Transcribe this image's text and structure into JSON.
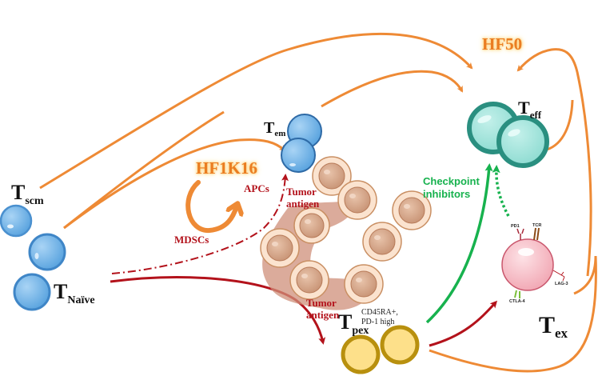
{
  "title": "T cell differentiation and HF vaccine/checkpoint inhibitor effects diagram",
  "colors": {
    "orange_arrow": "#ee8a35",
    "red_arrow": "#b3121b",
    "green_arrow": "#17b24e",
    "blue_cell": "#6bb0e6",
    "teal_cell": "#2a8f80",
    "yellow_cell": "#b8900e",
    "pink_cell": "#f3a9b6",
    "tumor_cell": "#d9a98a"
  },
  "cells": {
    "tscm": {
      "main": "T",
      "sub": "scm"
    },
    "tnaive": {
      "main": "T",
      "sub": "Naïve"
    },
    "tem": {
      "main": "T",
      "sub": "em"
    },
    "teff": {
      "main": "T",
      "sub": "eff"
    },
    "tpex": {
      "main": "T",
      "sub": "pex",
      "note_line1": "CD45RA+,",
      "note_line2": "PD-1 high"
    },
    "tex": {
      "main": "T",
      "sub": "ex"
    }
  },
  "labels": {
    "hf50": "HF50",
    "hf1k16": "HF1K16",
    "apcs": "APCs",
    "mdscs": "MDSCs",
    "tumor_antigen_top_1": "Tumor",
    "tumor_antigen_top_2": "antigen",
    "tumor_antigen_bottom_1": "Tumor",
    "tumor_antigen_bottom_2": "antigen",
    "checkpoint_1": "Checkpoint",
    "checkpoint_2": "inhibitors"
  },
  "receptors": {
    "pd1": "PD1",
    "tcr": "TCR",
    "lag3": "LAG-3",
    "ctla4": "CTLA-4"
  }
}
